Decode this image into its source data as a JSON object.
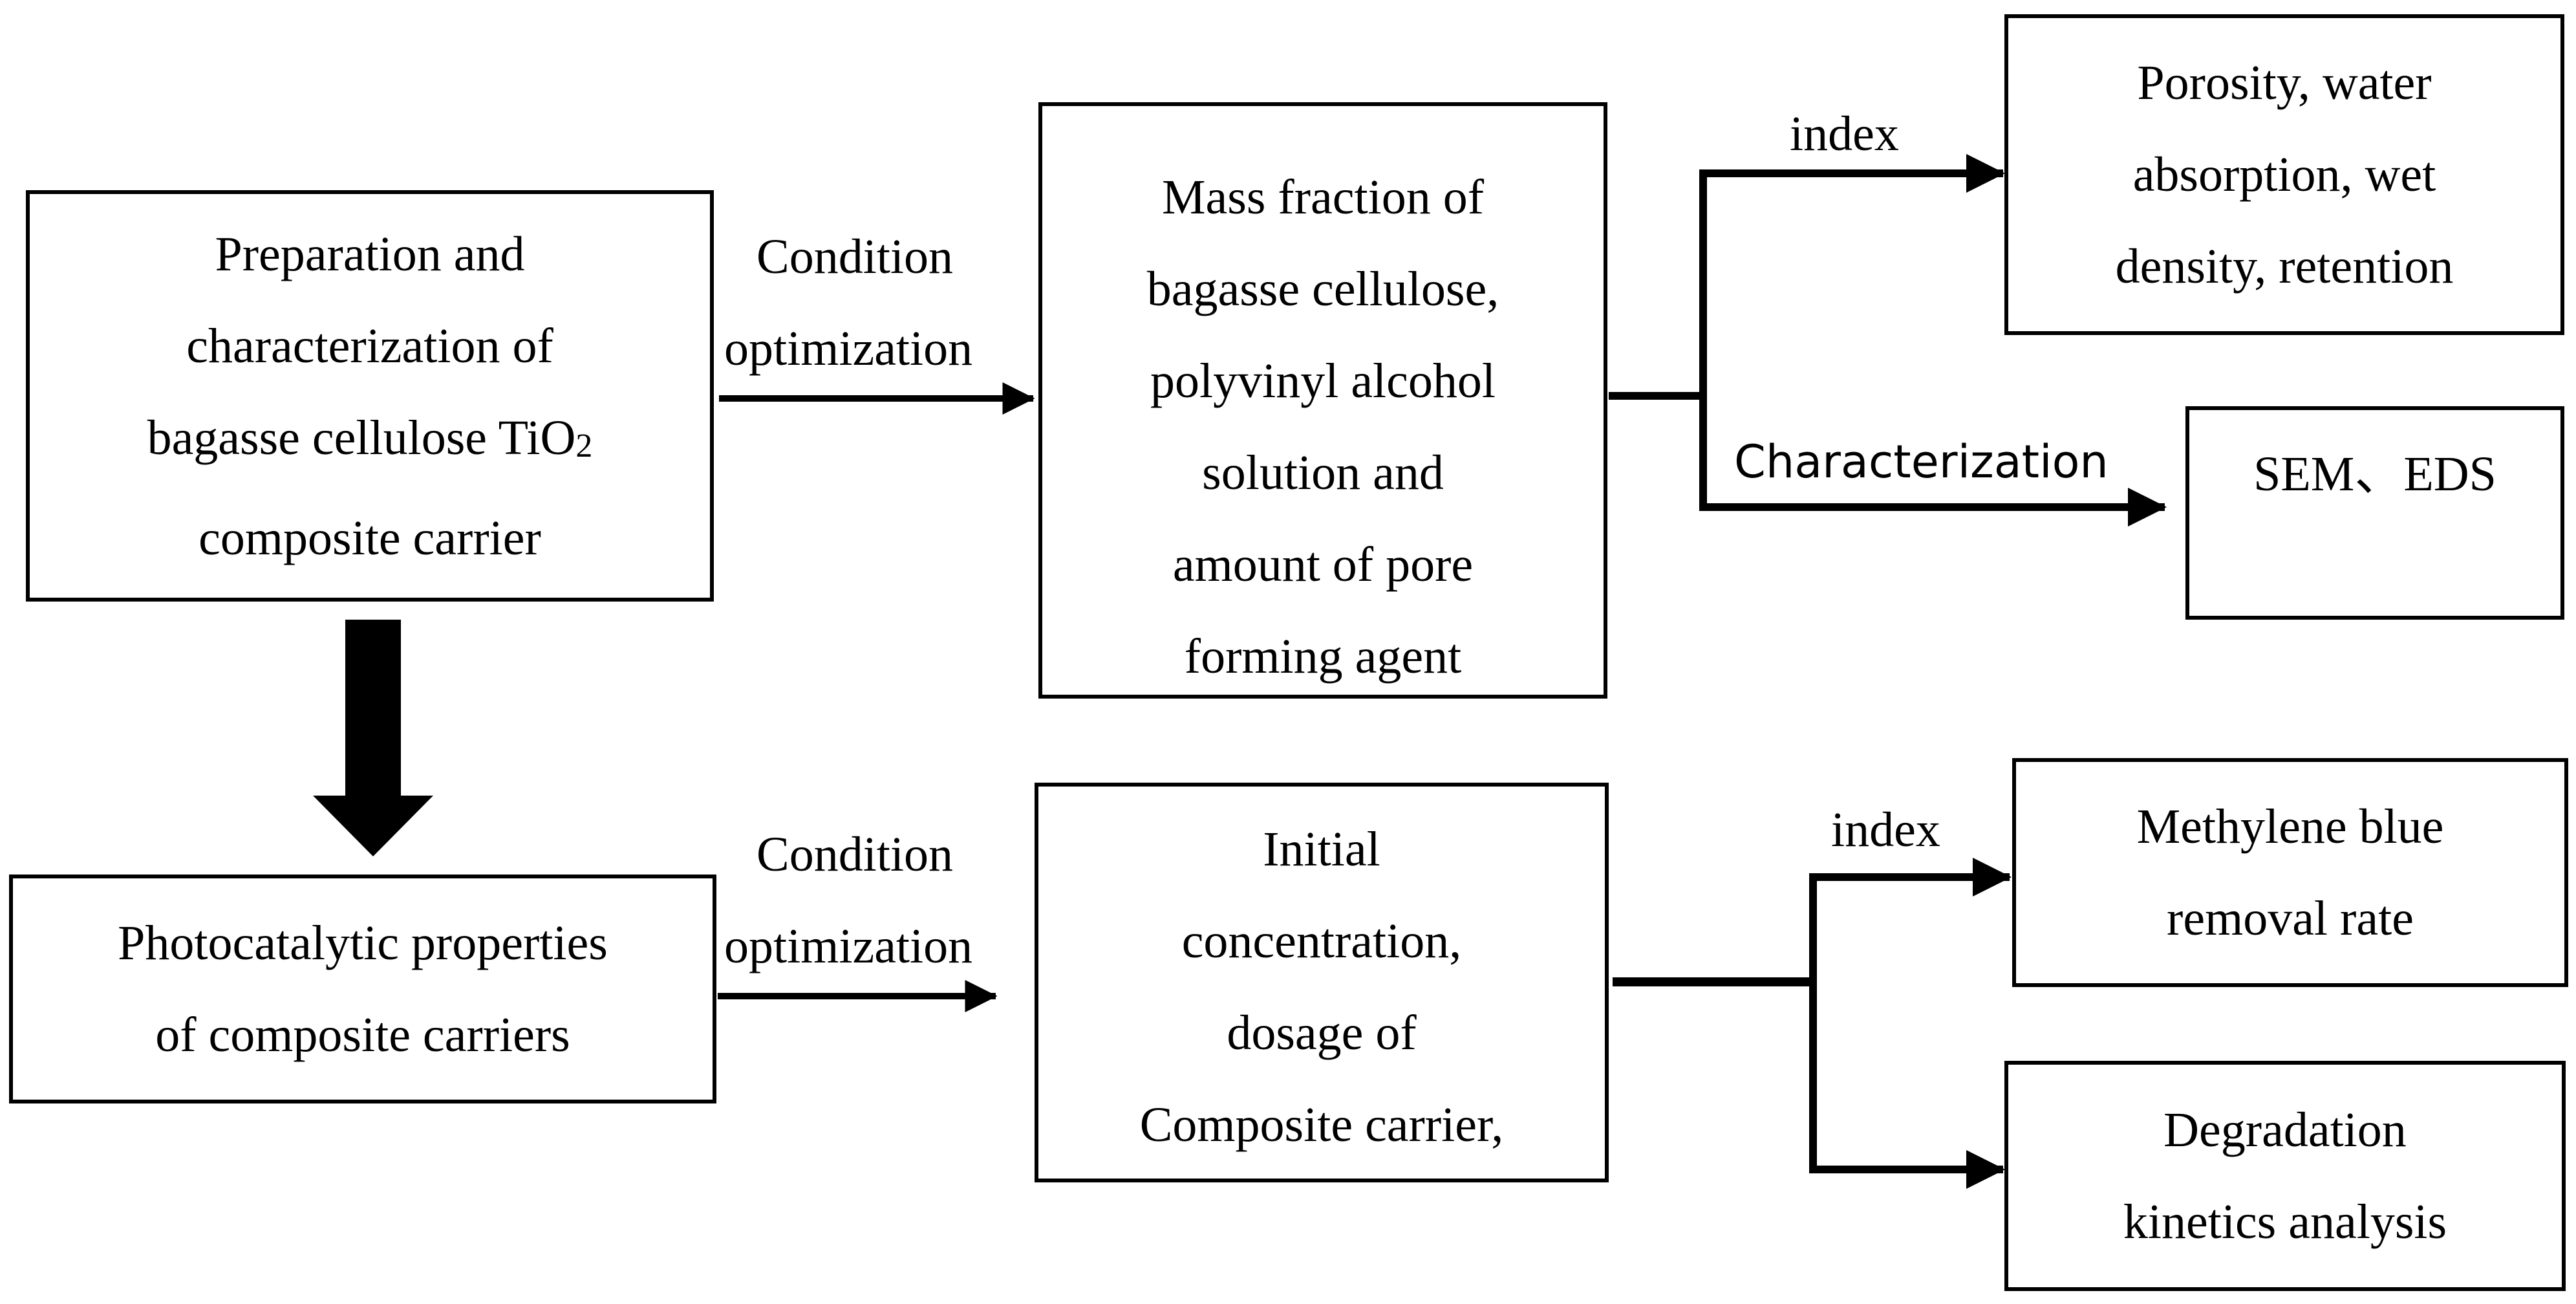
{
  "flowchart": {
    "top_row": {
      "start_box": {
        "lines": [
          "Preparation and",
          "characterization of",
          "bagasse cellulose TiO",
          "composite carrier"
        ],
        "subscript": "2"
      },
      "edge_label": [
        "Condition",
        "optimization"
      ],
      "factors_box": {
        "lines": [
          "Mass fraction of",
          "bagasse cellulose,",
          "polyvinyl alcohol",
          "solution and",
          "amount of pore",
          "forming agent"
        ]
      },
      "branch_index_label": "index",
      "index_box": {
        "lines": [
          "Porosity, water",
          "absorption, wet",
          "density, retention"
        ]
      },
      "branch_characterization_label": "Characterization",
      "characterization_box": {
        "text": "SEM、EDS"
      }
    },
    "bottom_row": {
      "start_box": {
        "lines": [
          "Photocatalytic properties",
          "of composite carriers"
        ]
      },
      "edge_label": [
        "Condition",
        "optimization"
      ],
      "factors_box": {
        "lines": [
          "Initial",
          "concentration,",
          "dosage of",
          "Composite carrier,"
        ]
      },
      "branch_index_label": "index",
      "removal_box": {
        "lines": [
          "Methylene blue",
          "removal rate"
        ]
      },
      "kinetics_box": {
        "lines": [
          "Degradation",
          "kinetics analysis"
        ]
      }
    }
  }
}
